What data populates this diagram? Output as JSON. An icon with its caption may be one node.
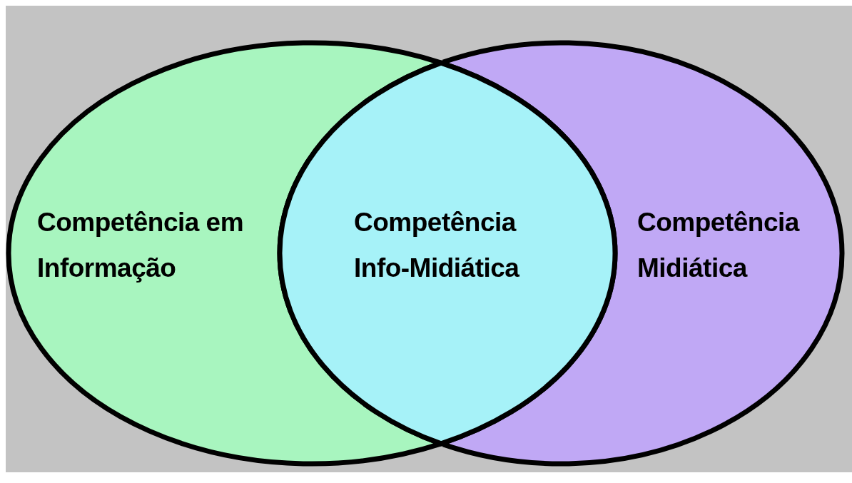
{
  "diagram": {
    "nodes": [
      {
        "text": [
          "Competência em Informação"
        ]
      },
      {
        "text": [
          "Competência Info-Midiática"
        ]
      },
      {
        "text": [
          "Competência Midiática"
        ]
      }
    ]
  }
}
